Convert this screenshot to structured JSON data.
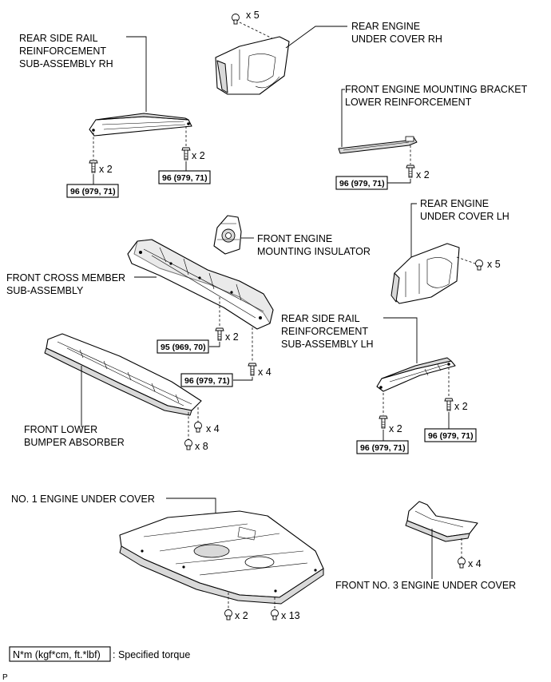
{
  "labels": {
    "rear_side_rail_rh": [
      "REAR SIDE RAIL",
      "REINFORCEMENT",
      "SUB-ASSEMBLY RH"
    ],
    "rear_engine_under_cover_rh": [
      "REAR ENGINE",
      "UNDER COVER RH"
    ],
    "front_engine_mounting_bracket": [
      "FRONT ENGINE MOUNTING BRACKET",
      "LOWER REINFORCEMENT"
    ],
    "rear_engine_under_cover_lh": [
      "REAR ENGINE",
      "UNDER COVER LH"
    ],
    "front_engine_mounting_insulator": [
      "FRONT ENGINE",
      "MOUNTING INSULATOR"
    ],
    "front_cross_member": [
      "FRONT CROSS MEMBER",
      "SUB-ASSEMBLY"
    ],
    "rear_side_rail_lh": [
      "REAR SIDE RAIL",
      "REINFORCEMENT",
      "SUB-ASSEMBLY LH"
    ],
    "front_lower_bumper_absorber": [
      "FRONT LOWER",
      "BUMPER ABSORBER"
    ],
    "no1_engine_under_cover": "NO. 1 ENGINE UNDER COVER",
    "front_no3_engine_under_cover": "FRONT NO. 3 ENGINE UNDER COVER"
  },
  "quantities": {
    "rh_cover_bolts": "x 5",
    "rh_rail_left_bolts": "x 2",
    "rh_rail_right_bolts": "x 2",
    "bracket_bolts": "x 2",
    "lh_cover_bolts": "x 5",
    "insulator_bolts": "x 2",
    "cross_member_bolts": "x 4",
    "lh_rail_left_bolts": "x 2",
    "lh_rail_right_bolts": "x 2",
    "absorber_bolts_a": "x 4",
    "absorber_bolts_b": "x 8",
    "no1_cover_bolts_a": "x 2",
    "no1_cover_bolts_b": "x 13",
    "no3_cover_bolts": "x 4"
  },
  "torques": {
    "rh_rail_left": "96 (979, 71)",
    "rh_rail_right": "96 (979, 71)",
    "bracket": "96 (979, 71)",
    "insulator": "95 (969, 70)",
    "cross_member": "96 (979, 71)",
    "lh_rail_left": "96 (979, 71)",
    "lh_rail_right": "96 (979, 71)"
  },
  "legend": {
    "unit": "N*m (kgf*cm, ft.*lbf)",
    "text": ": Specified torque"
  },
  "corner_mark": "P"
}
